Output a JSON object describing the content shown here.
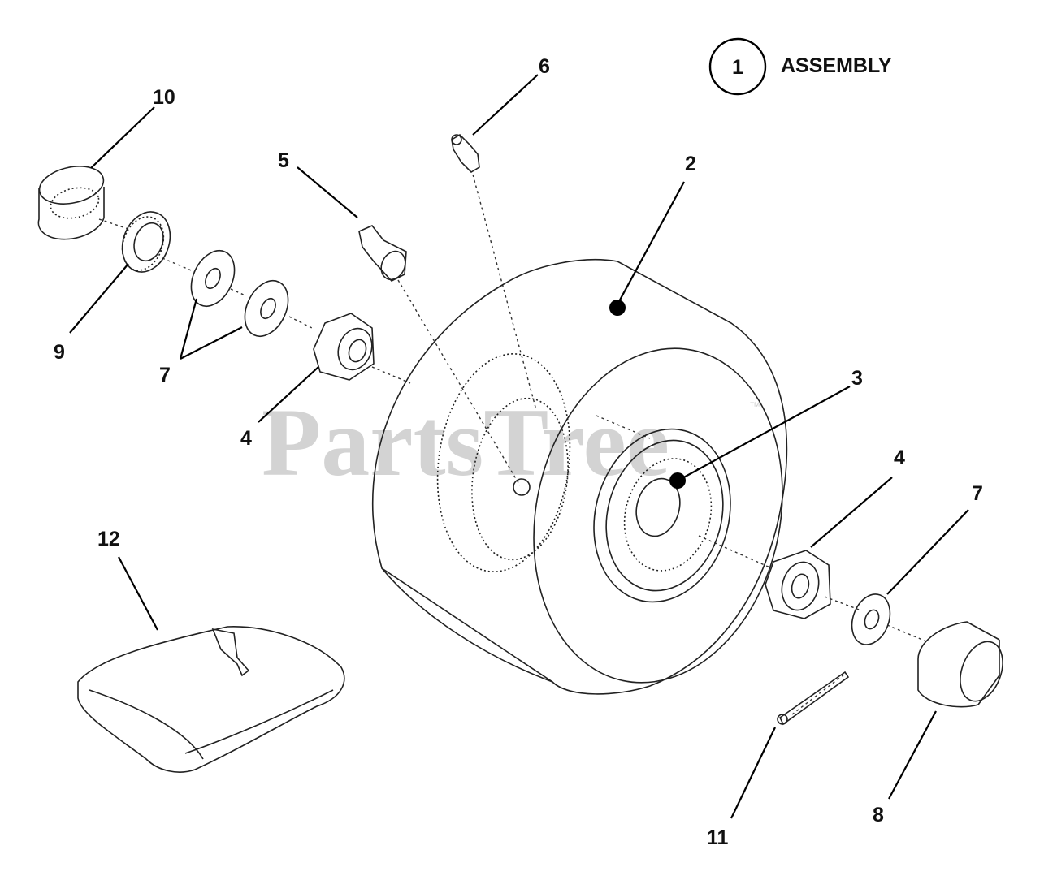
{
  "diagram": {
    "legend": {
      "symbol": "1",
      "text": "ASSEMBLY"
    },
    "watermark": {
      "text": "PartsTree",
      "trademark": "™"
    },
    "callouts": [
      {
        "id": "c2",
        "label": "2"
      },
      {
        "id": "c3",
        "label": "3"
      },
      {
        "id": "c4a",
        "label": "4"
      },
      {
        "id": "c4b",
        "label": "4"
      },
      {
        "id": "c5",
        "label": "5"
      },
      {
        "id": "c6",
        "label": "6"
      },
      {
        "id": "c7a",
        "label": "7"
      },
      {
        "id": "c7b",
        "label": "7"
      },
      {
        "id": "c8",
        "label": "8"
      },
      {
        "id": "c9",
        "label": "9"
      },
      {
        "id": "c10",
        "label": "10"
      },
      {
        "id": "c11",
        "label": "11"
      },
      {
        "id": "c12",
        "label": "12"
      }
    ]
  }
}
